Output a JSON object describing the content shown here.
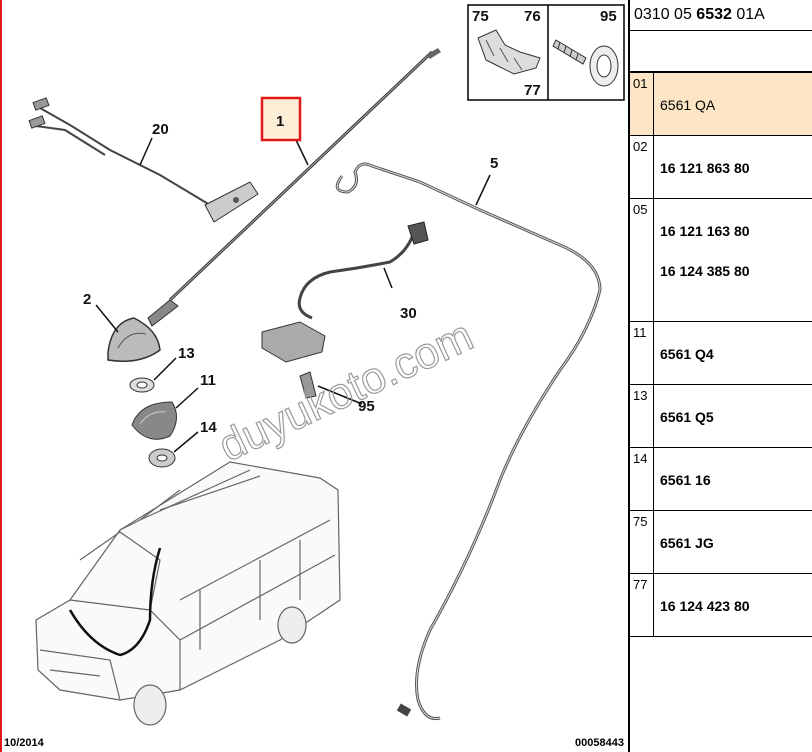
{
  "diagram": {
    "callouts": [
      "1",
      "2",
      "5",
      "11",
      "13",
      "14",
      "20",
      "30",
      "95"
    ],
    "detail_box": {
      "labels": [
        "75",
        "76",
        "77",
        "95"
      ]
    },
    "watermark": "duyukoto.com",
    "date": "10/2014",
    "doc_number": "00058443",
    "highlight_color": "#e01818"
  },
  "parts_list": {
    "reference_prefix": "0310 05",
    "reference_bold": "6532",
    "reference_suffix": "01A",
    "highlight_color": "#fce6c6",
    "rows": [
      {
        "index": "01",
        "refs": [
          "6561 QA"
        ]
      },
      {
        "index": "02",
        "refs": [
          "16 121 863 80"
        ]
      },
      {
        "index": "05",
        "refs": [
          "16 121 163 80",
          "16 124 385 80"
        ]
      },
      {
        "index": "11",
        "refs": [
          "6561 Q4"
        ]
      },
      {
        "index": "13",
        "refs": [
          "6561 Q5"
        ]
      },
      {
        "index": "14",
        "refs": [
          "6561 16"
        ]
      },
      {
        "index": "75",
        "refs": [
          "6561 JG"
        ]
      },
      {
        "index": "77",
        "refs": [
          "16 124 423 80"
        ]
      }
    ]
  }
}
